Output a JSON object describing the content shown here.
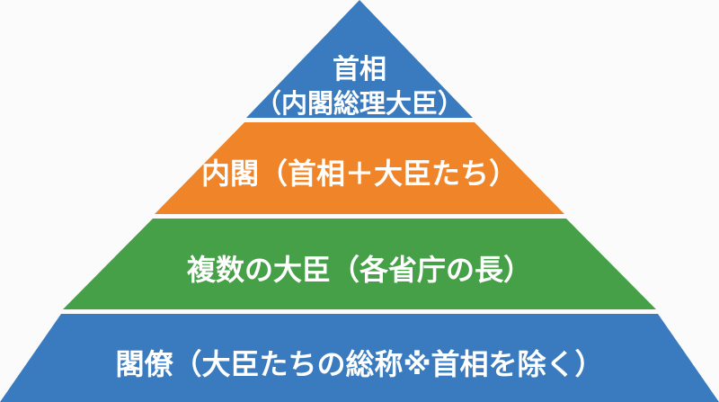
{
  "diagram": {
    "type": "pyramid",
    "layers": [
      {
        "level": 1,
        "title": "首相",
        "subtitle": "（内閣総理大臣）",
        "color": "#3a7bbf"
      },
      {
        "level": 2,
        "text": "内閣（首相＋大臣たち）",
        "color": "#ef8428"
      },
      {
        "level": 3,
        "text": "複数の大臣（各省庁の長）",
        "color": "#46a048"
      },
      {
        "level": 4,
        "text": "閣僚（大臣たちの総称※首相を除く）",
        "color": "#3a7bbf"
      }
    ],
    "background": "#fbfbfb"
  }
}
